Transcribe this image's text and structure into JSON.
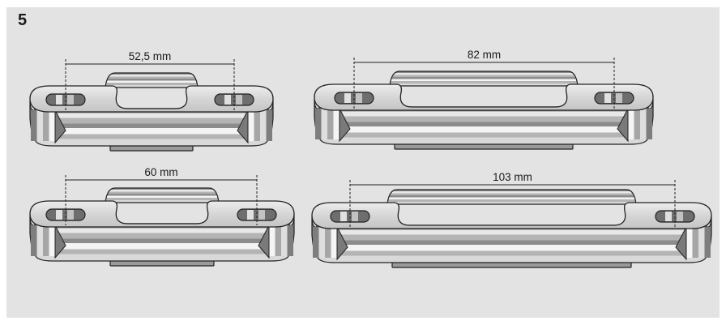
{
  "figure": {
    "number": "5"
  },
  "items": [
    {
      "id": "bracket-52-5",
      "dimension_label": "52,5 mm"
    },
    {
      "id": "bracket-82",
      "dimension_label": "82 mm"
    },
    {
      "id": "bracket-60",
      "dimension_label": "60 mm"
    },
    {
      "id": "bracket-103",
      "dimension_label": "103 mm"
    }
  ],
  "colors": {
    "panel": "#e3e3e3",
    "outline": "#222222",
    "stripe_dark": "#8c8c8c",
    "stripe_mid": "#b4b4b4",
    "stripe_light": "#e4e4e4",
    "stripe_white": "#f8f8f8",
    "base_dark": "#9a9a9a"
  }
}
